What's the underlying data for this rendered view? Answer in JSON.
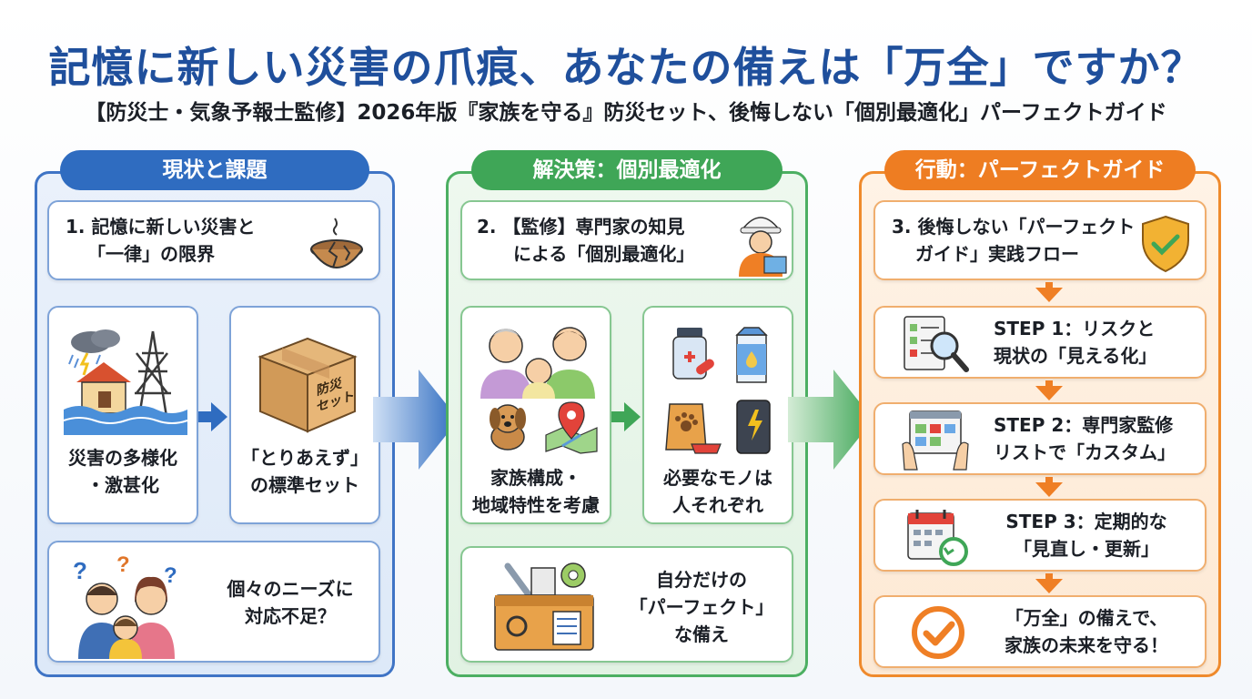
{
  "title": "記憶に新しい災害の爪痕、あなたの備えは「万全」ですか？",
  "subtitle": "【防災士・気象予報士監修】2026年版『家族を守る』防災セット、後悔しない「個別最適化」パーフェクトガイド",
  "colors": {
    "blue": "#2f6cc0",
    "green": "#3fa657",
    "orange": "#ee7d22"
  },
  "columns": {
    "problem": {
      "header": "現状と課題",
      "heading_line1": "1. 記憶に新しい災害と",
      "heading_line2": "「一律」の限界",
      "card_a_line1": "災害の多様化",
      "card_a_line2": "・激甚化",
      "card_b_line1": "「とりあえず」",
      "card_b_line2": "の標準セット",
      "box_label": "防災\nセット",
      "card_c_line1": "個々のニーズに",
      "card_c_line2": "対応不足？"
    },
    "solution": {
      "header": "解決策：個別最適化",
      "heading_line1": "2. 【監修】専門家の知見",
      "heading_line2": "による「個別最適化」",
      "card_a_line1": "家族構成・",
      "card_a_line2": "地域特性を考慮",
      "card_b_line1": "必要なモノは",
      "card_b_line2": "人それぞれ",
      "card_c_line1": "自分だけの",
      "card_c_line2": "「パーフェクト」",
      "card_c_line3": "な備え"
    },
    "action": {
      "header": "行動：パーフェクトガイド",
      "heading_line1": "3. 後悔しない「パーフェクト",
      "heading_line2": "ガイド」実践フロー",
      "step1_line1": "STEP 1：リスクと",
      "step1_line2": "現状の「見える化」",
      "step2_line1": "STEP 2：専門家監修",
      "step2_line2": "リストで「カスタム」",
      "step3_line1": "STEP 3：定期的な",
      "step3_line2": "「見直し・更新」",
      "final_line1": "「万全」の備えで、",
      "final_line2": "家族の未来を守る！"
    }
  }
}
